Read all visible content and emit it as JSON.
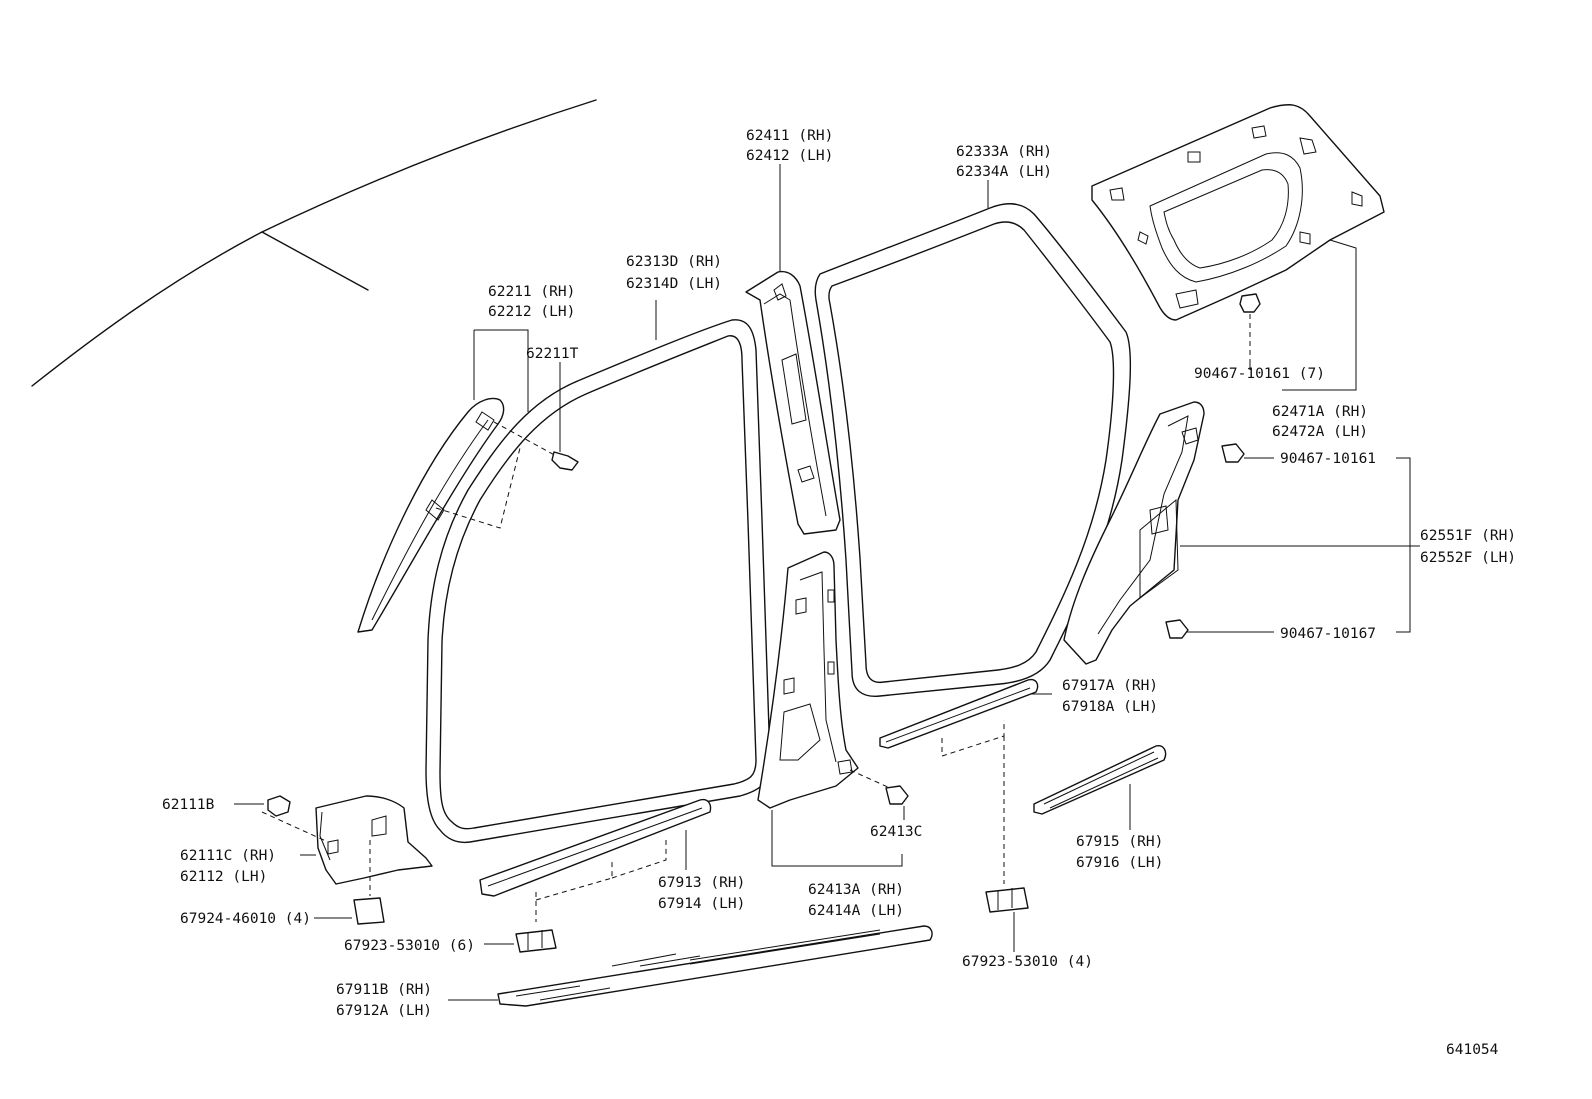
{
  "labels": {
    "p62411": "62411 (RH)",
    "p62412": "62412 (LH)",
    "p62333a": "62333A (RH)",
    "p62334a": "62334A (LH)",
    "p62313d": "62313D (RH)",
    "p62314d": "62314D (LH)",
    "p62211": "62211 (RH)",
    "p62212": "62212 (LH)",
    "p62211t": "62211T",
    "p90467_10161_7": "90467-10161 (7)",
    "p62471a": "62471A (RH)",
    "p62472a": "62472A (LH)",
    "p90467_10161": "90467-10161",
    "p62551f": "62551F (RH)",
    "p62552f": "62552F (LH)",
    "p90467_10167": "90467-10167",
    "p67917a": "67917A (RH)",
    "p67918a": "67918A (LH)",
    "p62111b": "62111B",
    "p62413c": "62413C",
    "p62111c": "62111C (RH)",
    "p62112": "62112  (LH)",
    "p67913": "67913 (RH)",
    "p67914": "67914 (LH)",
    "p62413a": "62413A (RH)",
    "p62414a": "62414A (LH)",
    "p67915": "67915 (RH)",
    "p67916": "67916 (LH)",
    "p67924": "67924-46010 (4)",
    "p67923_6": "67923-53010 (6)",
    "p67923_4": "67923-53010 (4)",
    "p67911b": "67911B (RH)",
    "p67912a": "67912A (LH)",
    "diagram_id": "641054"
  }
}
